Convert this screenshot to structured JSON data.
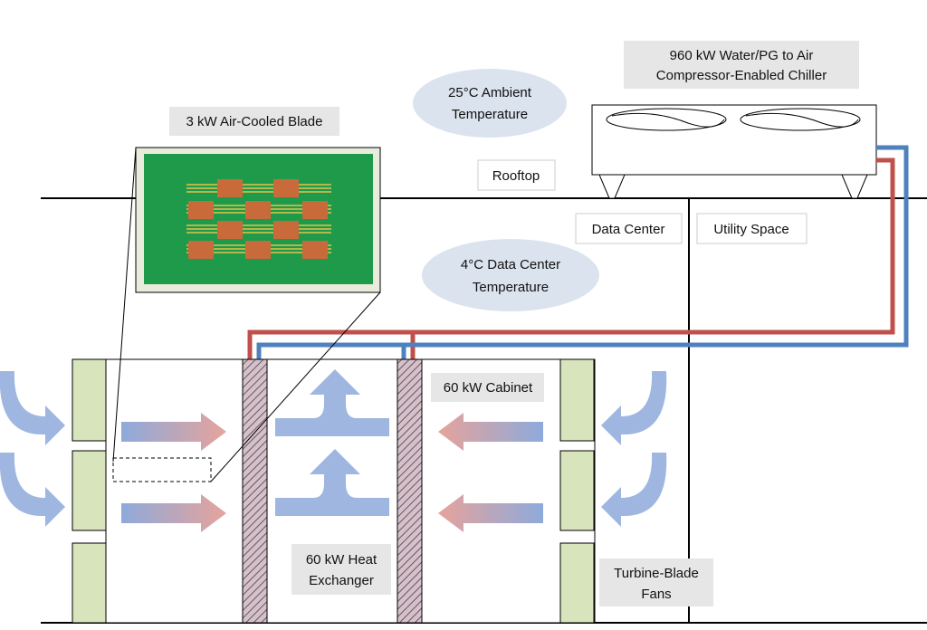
{
  "labels": {
    "chiller_line1": "960 kW Water/PG to Air",
    "chiller_line2": "Compressor-Enabled Chiller",
    "ambient_line1": "25°C Ambient",
    "ambient_line2": "Temperature",
    "blade": "3 kW Air-Cooled Blade",
    "rooftop": "Rooftop",
    "data_center": "Data Center",
    "utility_space": "Utility Space",
    "dc_temp_line1": "4°C Data Center",
    "dc_temp_line2": "Temperature",
    "cabinet": "60 kW Cabinet",
    "hx_line1": "60 kW Heat",
    "hx_line2": "Exchanger",
    "fans_line1": "Turbine-Blade",
    "fans_line2": "Fans"
  },
  "colors": {
    "supply_pipe": "#c0504d",
    "return_pipe": "#4f81bd",
    "cool_air": "#8eaadb",
    "warm_air": "#e6a39c",
    "fan_panel": "#d8e4bc",
    "pcb": "#1f9a4a",
    "chip": "#c96a3a",
    "label_bg": "#e6e6e6",
    "ellipse": "#dbe3ee"
  },
  "icons": {
    "chiller_fan": "fan-icon",
    "pipe": "pipe-icon"
  }
}
